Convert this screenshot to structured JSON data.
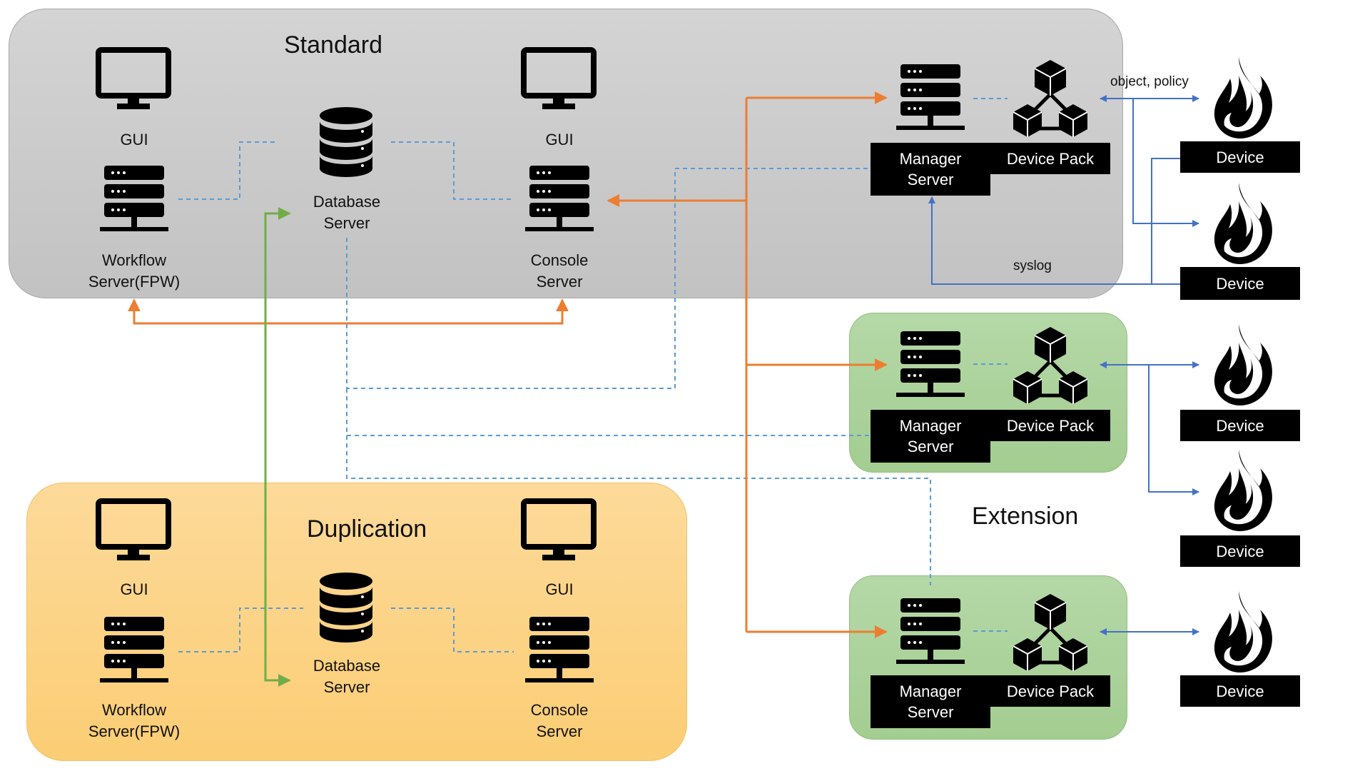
{
  "groups": {
    "standard": "Standard",
    "duplication": "Duplication",
    "extension": "Extension"
  },
  "labels": {
    "gui": "GUI",
    "workflow_server": [
      "Workflow",
      "Server(FPW)"
    ],
    "database_server": [
      "Database",
      "Server"
    ],
    "console_server": [
      "Console",
      "Server"
    ],
    "manager_server": [
      "Manager",
      "Server"
    ],
    "device_pack": "Device Pack",
    "device": "Device"
  },
  "connections": {
    "object_policy": "object, policy",
    "syslog": "syslog"
  },
  "colors": {
    "standard_panel": "#c9c9c9",
    "duplication_panel": "#fcd37f",
    "extension_panel": "#aad295",
    "control_link": "#ed7d31",
    "replication_link": "#70ad47",
    "data_link": "#5b9bd5",
    "device_link": "#4472c4"
  },
  "icons": [
    "monitor-icon",
    "server-rack-icon",
    "database-icon",
    "device-pack-cubes-icon",
    "firewall-flame-icon"
  ]
}
